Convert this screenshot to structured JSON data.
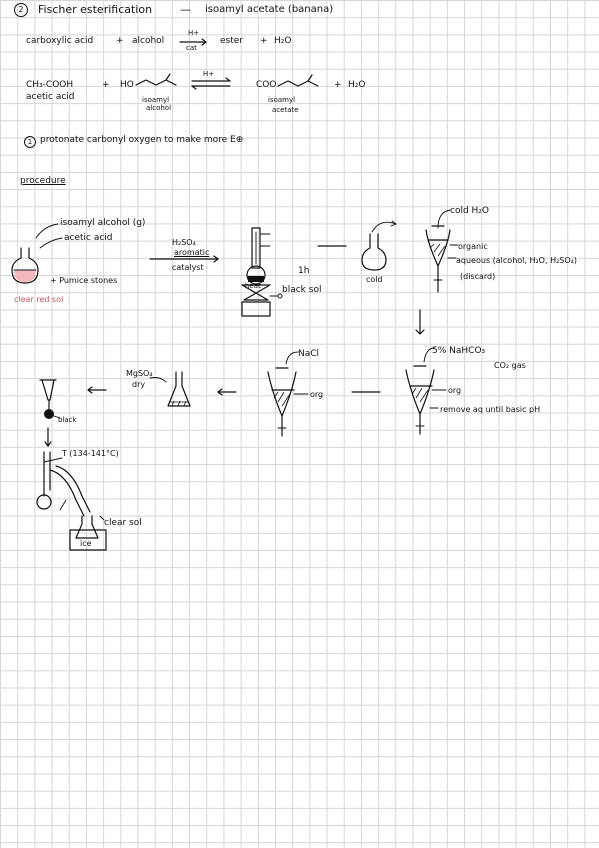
{
  "header": {
    "step_number": "2",
    "title": "Fischer esterification",
    "product": "isoamyl acetate (banana)"
  },
  "general_reaction": {
    "reactant_1": "carboxylic acid",
    "plus_1": "+",
    "reactant_2": "alcohol",
    "catalyst_top": "H+",
    "catalyst_bottom": "cat",
    "product_1": "ester",
    "plus_2": "+",
    "product_2": "H₂O"
  },
  "specific_reaction": {
    "acid_formula": "CH₃-COOH",
    "acid_name": "acetic acid",
    "plus_1": "+",
    "alcohol_formula": "HO",
    "alcohol_name_1": "isoamyl",
    "alcohol_name_2": "alcohol",
    "catalyst": "H+",
    "ester_formula": "COO",
    "ester_name_1": "isoamyl",
    "ester_name_2": "acetate",
    "plus_2": "+",
    "water": "H₂O"
  },
  "mechanism_note": {
    "number": "1",
    "text": "protonate carbonyl oxygen to make more E⊕"
  },
  "procedure": {
    "heading": "procedure",
    "flask_labels": {
      "isoamyl": "isoamyl alcohol (g)",
      "acetic": "acetic acid",
      "pumice": "+ Pumice stones",
      "clear_red": "clear red sol"
    },
    "arrow_1_top_1": "H₂SO₄",
    "arrow_1_top_2": "aromatic",
    "arrow_1_bottom": "catalyst",
    "reflux_heater": "heat",
    "reflux_time": "1h",
    "reflux_result": "black sol",
    "cool_label": "cold",
    "sep_funnel_1": {
      "add": "cold H₂O",
      "organic": "organic",
      "aqueous": "aqueous (alcohol, H₂O, H₂SO₄)",
      "discard": "(discard)"
    },
    "sep_funnel_2": {
      "add": "5% NaHCO₃",
      "gas": "CO₂ gas",
      "org": "org",
      "note": "remove aq until basic pH"
    },
    "sep_funnel_3": {
      "add": "NaCl",
      "org": "org"
    },
    "drying": {
      "line_1": "MgSO₄",
      "line_2": "dry"
    },
    "black_label": "black",
    "distillation_temp": "T (134-141°C)",
    "ice_label": "ice",
    "clear_label": "clear sol"
  },
  "colors": {
    "ink": "#111111",
    "highlight": "#c4555a",
    "flask_fill": "#f4b9c0",
    "grid": "#d6d6d6"
  }
}
